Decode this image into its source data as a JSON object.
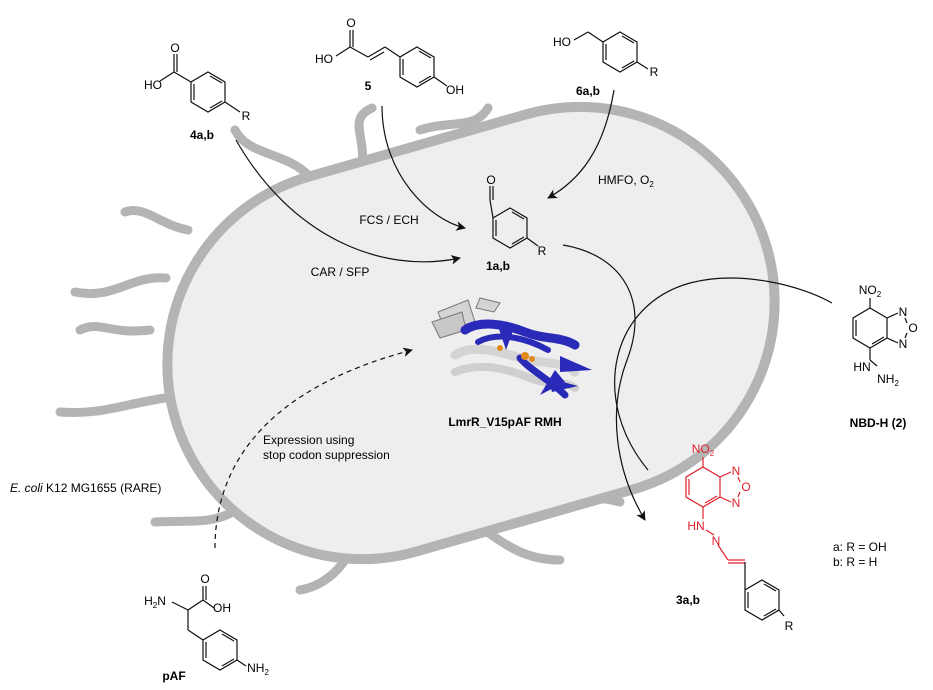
{
  "labels": {
    "cmp4": "4a,b",
    "cmp5": "5",
    "cmp6": "6a,b",
    "cmp1": "1a,b",
    "nbd": "NBD-H (2)",
    "cmp3": "3a,b",
    "paf": "pAF",
    "protein": "LmrR_V15pAF RMH",
    "car": "CAR / SFP",
    "fcs": "FCS / ECH",
    "hmfo": "HMFO, O",
    "hmfo_sub": "2",
    "expression_1": "Expression using",
    "expression_2": "stop codon suppression",
    "ecoli_italic": "E. coli",
    "ecoli_rest": " K12 MG1655 (RARE)",
    "key_a": "a: R = OH",
    "key_b": "b: R = H"
  },
  "atoms": {
    "ho": "HO",
    "oh": "OH",
    "o": "O",
    "r": "R",
    "no2": "NO",
    "no2_sub": "2",
    "n": "N",
    "hn": "HN",
    "nh2": "NH",
    "nh2_sub": "2",
    "h2n": "H",
    "h2n_sub": "2",
    "h2n_n": "N"
  },
  "colors": {
    "cell_fill": "#eeeeee",
    "cell_stroke": "#b4b4b4",
    "product": "#e0202a",
    "protein_helix": "#2a2ab8",
    "protein_sheet": "#d4d4d4",
    "protein_ligand": "#e08a1a"
  }
}
